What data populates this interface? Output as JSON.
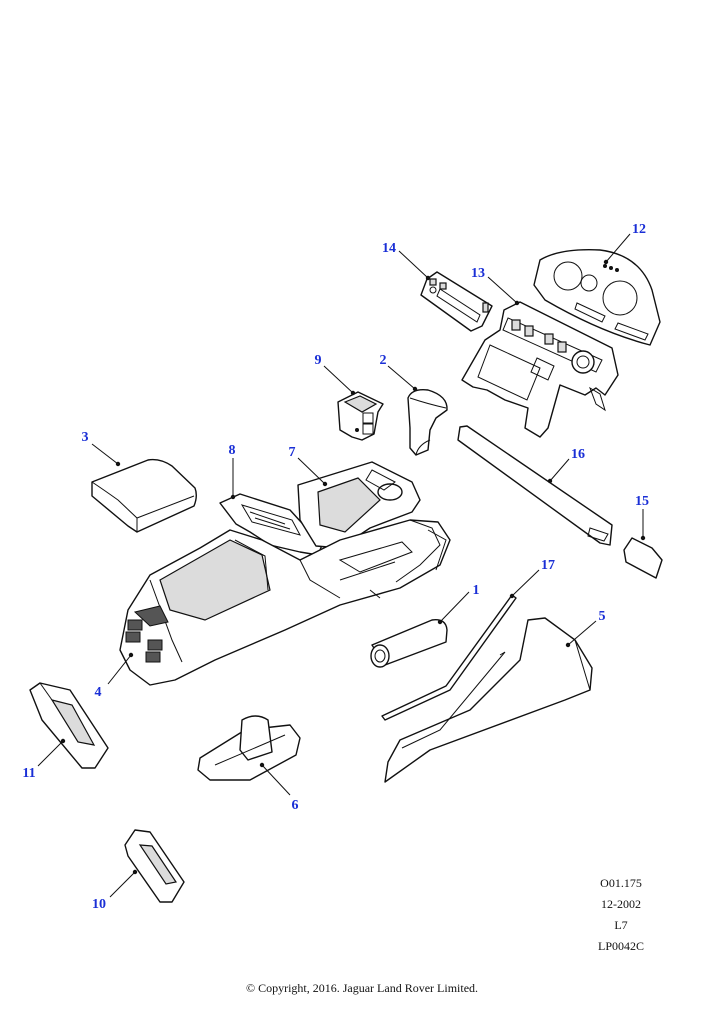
{
  "callouts": {
    "c1": "1",
    "c2": "2",
    "c3": "3",
    "c4": "4",
    "c5": "5",
    "c6": "6",
    "c7": "7",
    "c8": "8",
    "c9": "9",
    "c10": "10",
    "c11": "11",
    "c12": "12",
    "c13": "13",
    "c14": "14",
    "c15": "15",
    "c16": "16",
    "c17": "17"
  },
  "reference": {
    "line1": "O01.175",
    "line2": "12-2002",
    "line3": "L7",
    "line4": "LP0042C"
  },
  "copyright": "© Copyright, 2016. Jaguar Land Rover Limited.",
  "colors": {
    "callout": "#1a2fd6",
    "line": "#111111"
  }
}
